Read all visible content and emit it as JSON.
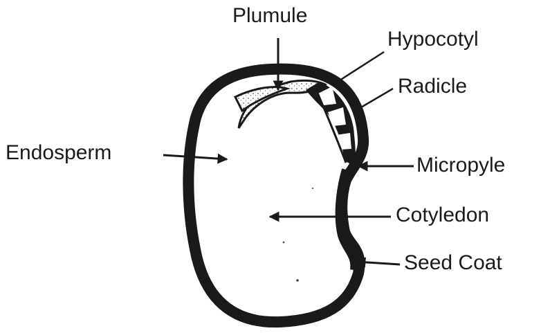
{
  "labels": {
    "plumule": "Plumule",
    "hypocotyl": "Hypocotyl",
    "radicle": "Radicle",
    "endosperm": "Endosperm",
    "micropyle": "Micropyle",
    "cotyledon": "Cotyledon",
    "seed_coat": "Seed Coat"
  },
  "colors": {
    "ink": "#1a1a1a",
    "background": "#ffffff"
  }
}
